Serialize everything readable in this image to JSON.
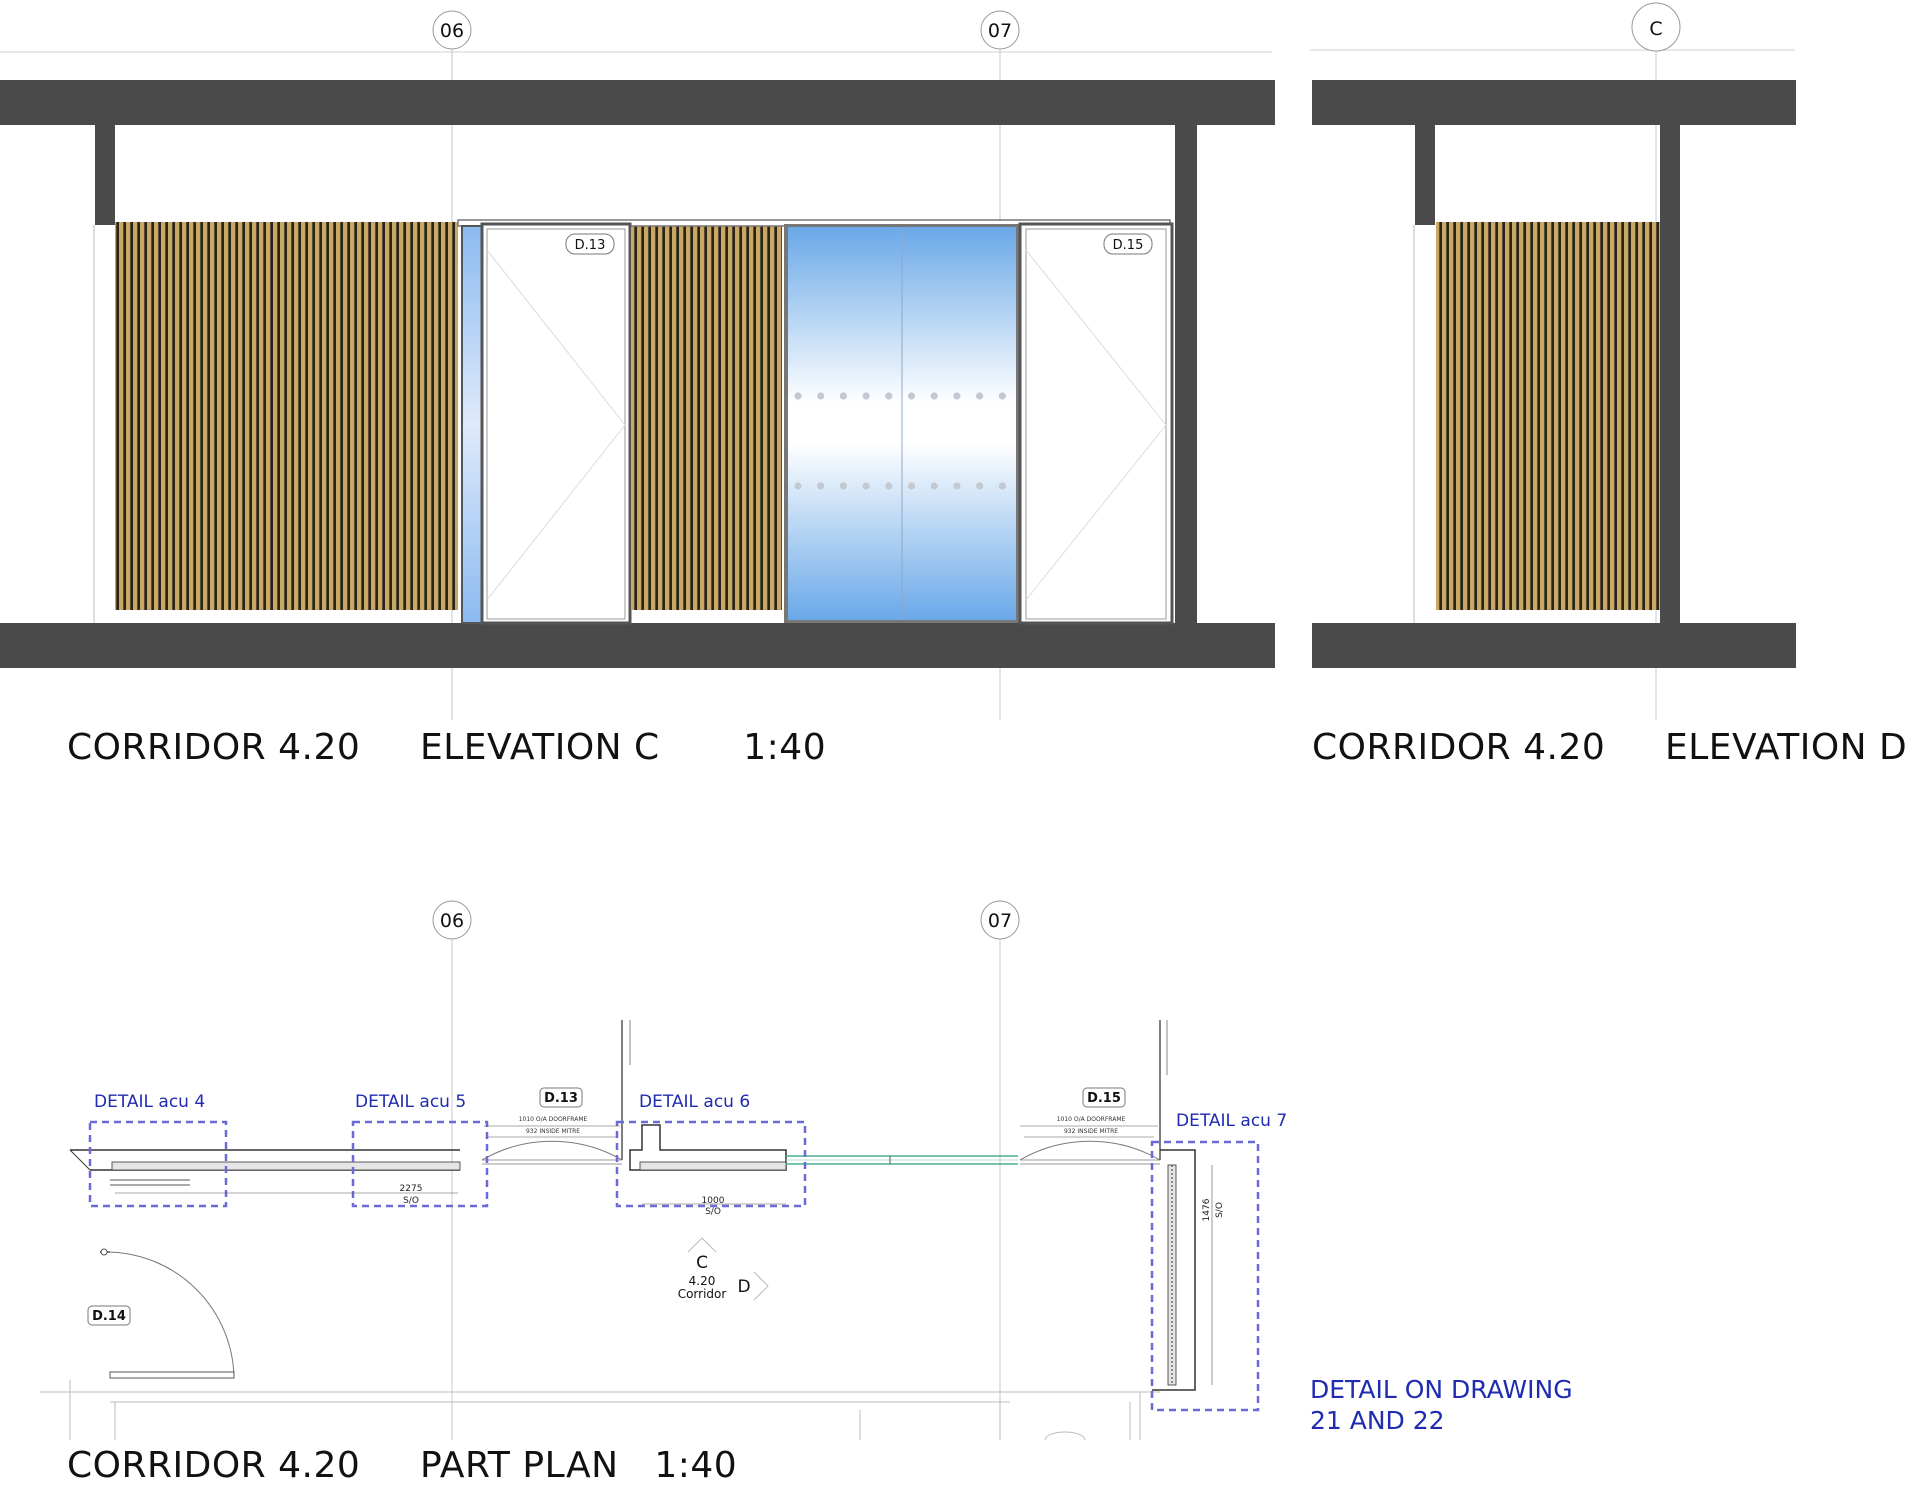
{
  "elevation_c": {
    "title": "CORRIDOR 4.20     ELEVATION C       1:40",
    "grids": [
      "06",
      "07"
    ],
    "doors": [
      "D.13",
      "D.15"
    ]
  },
  "elevation_d": {
    "title": "CORRIDOR 4.20     ELEVATION D",
    "grid": "C"
  },
  "plan": {
    "title": "CORRIDOR 4.20     PART PLAN   1:40",
    "grids": [
      "06",
      "07"
    ],
    "details": [
      "DETAIL acu 4",
      "DETAIL acu 5",
      "DETAIL acu 6",
      "DETAIL acu 7"
    ],
    "doors": [
      "D.13",
      "D.15",
      "D.14"
    ],
    "door_dims": {
      "d13_frame": "1010 O/A DOORFRAME",
      "d13_mitre": "932 INSIDE MITRE",
      "d15_frame": "1010 O/A DOORFRAME",
      "d15_mitre": "932 INSIDE MITRE"
    },
    "dims": {
      "left_panel": "2275",
      "left_panel_sub": "S/O",
      "mid_panel": "1000",
      "mid_panel_sub": "S/O",
      "right_panel": "1476",
      "right_panel_sub": "S/O"
    },
    "room": {
      "elev_c": "C",
      "elev_d": "D",
      "number": "4.20",
      "name": "Corridor"
    },
    "note": [
      "DETAIL ON DRAWING",
      "21 AND 22"
    ]
  },
  "colors": {
    "structure": "#4a4a4a",
    "slat_light": "#c9a766",
    "slat_dark": "#2a2418",
    "glass_top": "#6aa8e8",
    "glass_mid": "#ffffff",
    "detail_box": "#6a6ad8",
    "note_text": "#1f2bb0"
  }
}
